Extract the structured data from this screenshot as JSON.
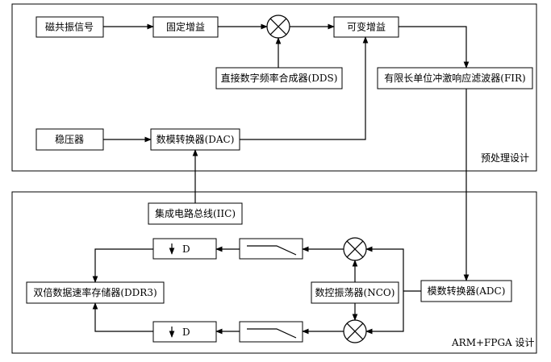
{
  "sections": {
    "preprocessing_label": "预处理设计",
    "armfpga_label": "ARM+FPGA 设计"
  },
  "blocks": {
    "nmr_signal": "磁共振信号",
    "fixed_gain": "固定增益",
    "variable_gain": "可变增益",
    "dds": "直接数字频率合成器(DDS)",
    "fir": "有限长单位冲激响应滤波器(FIR)",
    "regulator": "稳压器",
    "dac": "数模转换器(DAC)",
    "iic": "集成电路总线(IIC)",
    "adc": "模数转换器(ADC)",
    "nco": "数控振荡器(NCO)",
    "ddr3": "双倍数据速率存储器(DDR3)",
    "decimator_label": "D"
  }
}
